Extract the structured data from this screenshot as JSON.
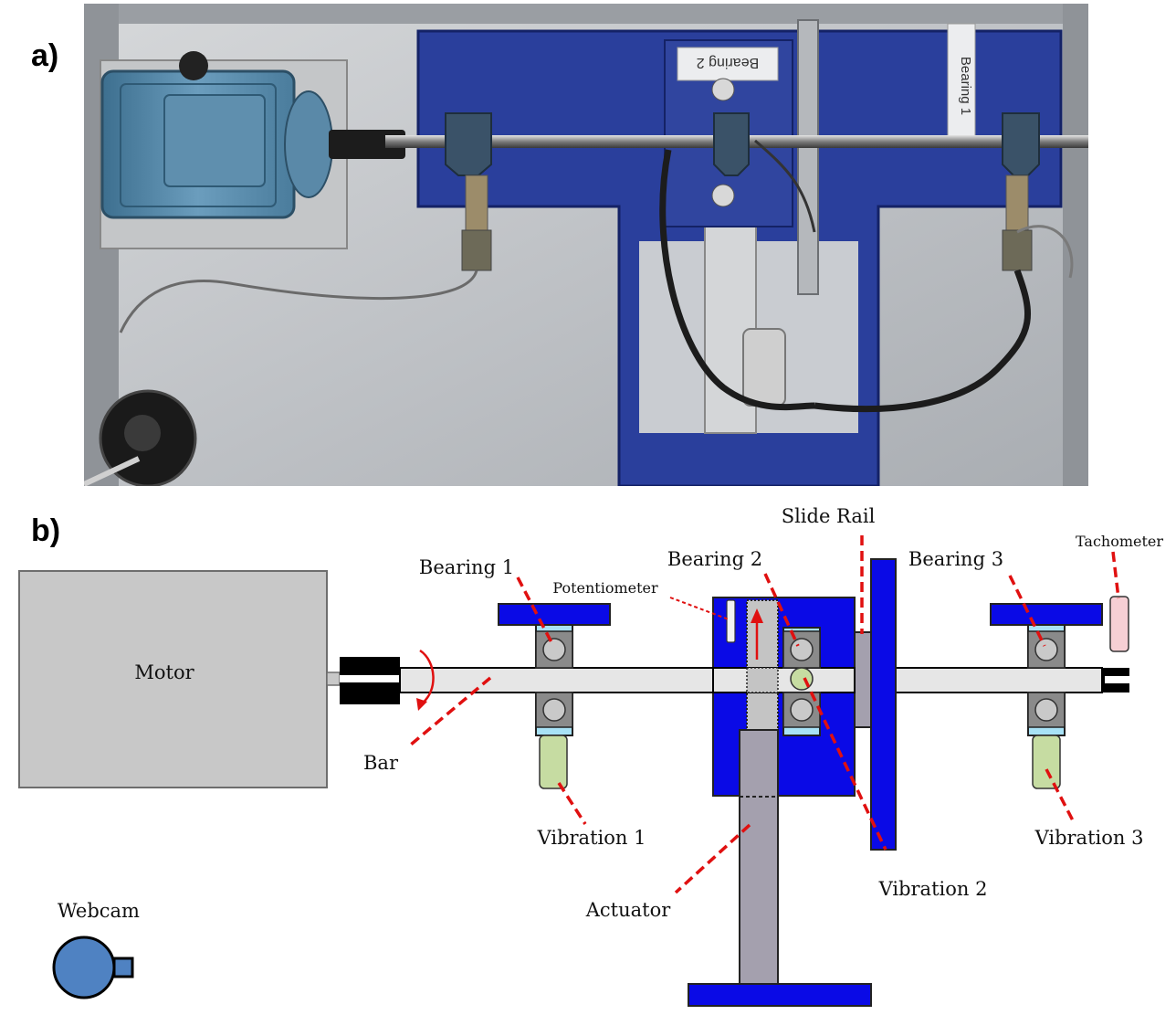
{
  "panels": {
    "a": "a)",
    "b": "b)"
  },
  "photo": {
    "tag_bearing_2": "Bearing 2",
    "tag_bearing_1": "Bearing 1"
  },
  "schematic": {
    "motor": "Motor",
    "bar": "Bar",
    "bearing_1": "Bearing 1",
    "bearing_2": "Bearing 2",
    "bearing_3": "Bearing 3",
    "potentiometer": "Potentiometer",
    "slide_rail": "Slide Rail",
    "tachometer": "Tachometer",
    "vibration_1": "Vibration 1",
    "vibration_2": "Vibration 2",
    "vibration_3": "Vibration 3",
    "actuator": "Actuator",
    "webcam": "Webcam"
  },
  "colors": {
    "frame_blue": "#0a0ae6",
    "bearing_housing": "#a8e2f6",
    "bearing_ring": "#8a8a8a",
    "ball": "#c9c9c9",
    "sensor": "#c6dca2",
    "tachometer": "#f6cfd4",
    "actuator": "#a4a0ae",
    "motor": "#c8c8c8",
    "leader_red": "#e01010",
    "webcam": "#4f82c2"
  }
}
